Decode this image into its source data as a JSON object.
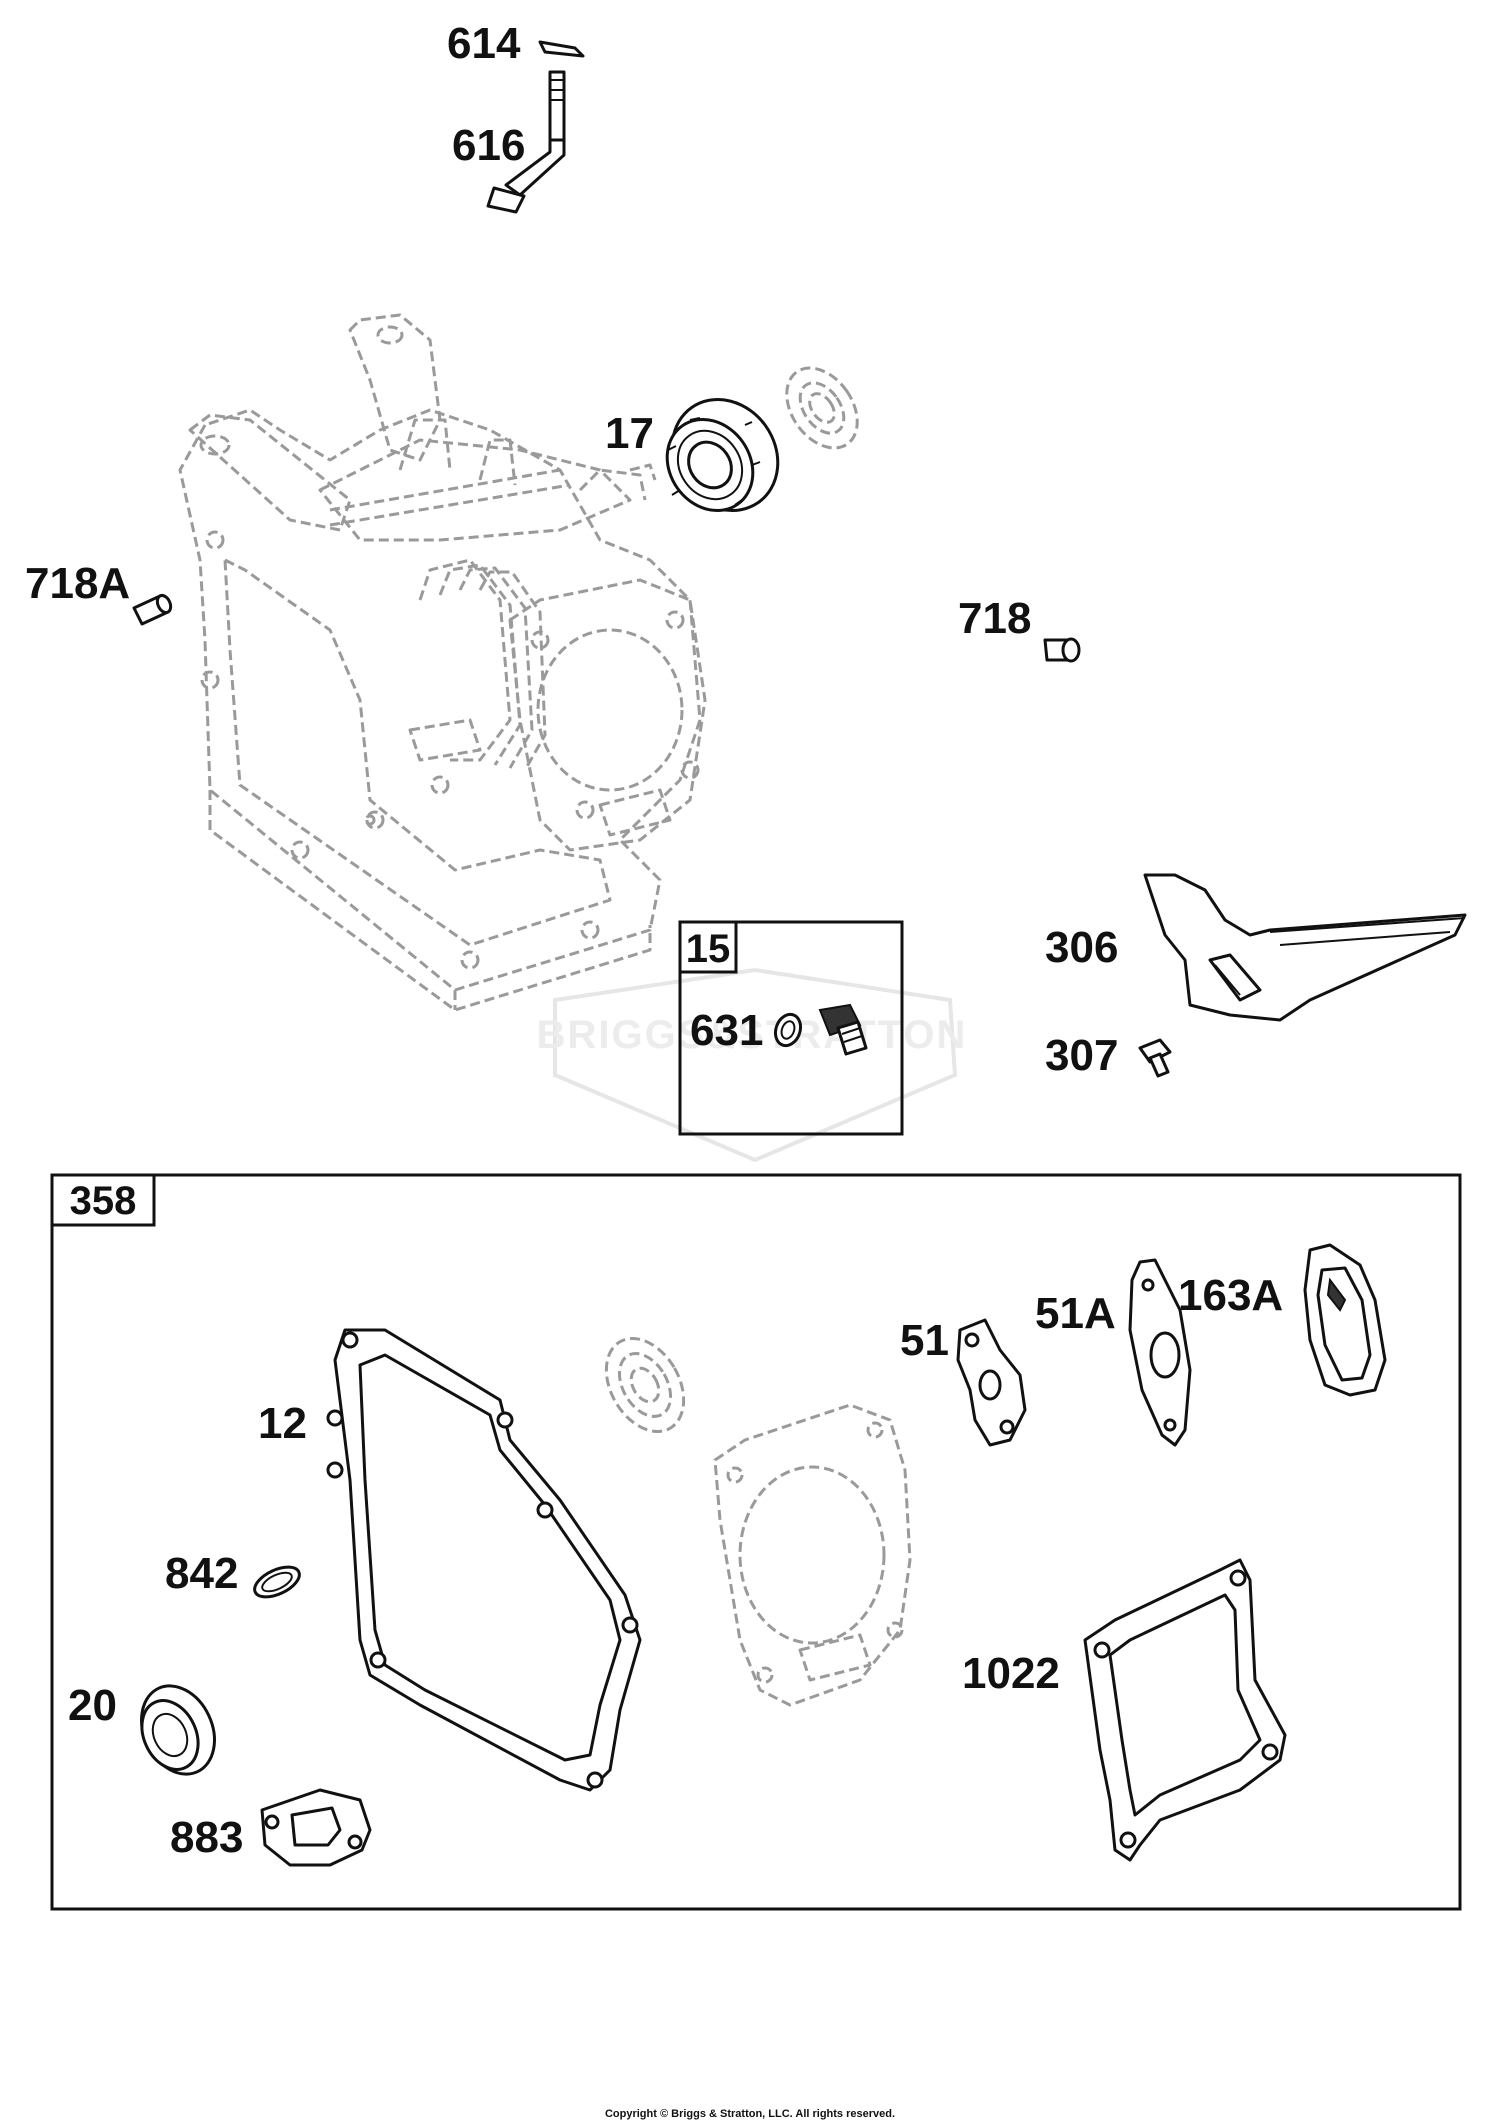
{
  "watermark": {
    "text": "BRIGGS&STRATTON"
  },
  "callouts": {
    "p614": "614",
    "p616": "616",
    "p17": "17",
    "p718a": "718A",
    "p718": "718",
    "p306": "306",
    "p307": "307",
    "p631": "631"
  },
  "kits": {
    "k15": {
      "label": "15"
    },
    "k358": {
      "label": "358"
    }
  },
  "gasket_kit": {
    "p12": "12",
    "p842": "842",
    "p20": "20",
    "p883": "883",
    "p51": "51",
    "p51a": "51A",
    "p163a": "163A",
    "p1022": "1022"
  },
  "footer": {
    "copyright": "Copyright © Briggs & Stratton, LLC. All rights reserved."
  },
  "colors": {
    "line": "#111111",
    "ghost": "#9a9a9a",
    "watermark": "#e6e6e6"
  }
}
